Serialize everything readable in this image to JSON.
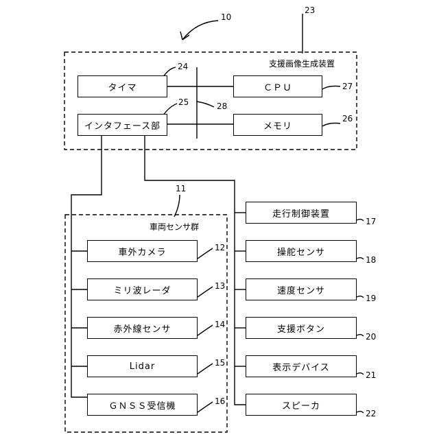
{
  "figure_ref": "10",
  "device": {
    "ref": "23",
    "title": "支援画像生成装置",
    "timer": {
      "label": "タイマ",
      "ref": "24"
    },
    "cpu": {
      "label": "ＣＰＵ",
      "ref": "27"
    },
    "interface": {
      "label": "インタフェース部",
      "ref": "25"
    },
    "memory": {
      "label": "メモリ",
      "ref": "26"
    },
    "bus_ref": "28"
  },
  "sensor_group": {
    "ref": "11",
    "title": "車両センサ群",
    "items": [
      {
        "label": "車外カメラ",
        "ref": "12"
      },
      {
        "label": "ミリ波レーダ",
        "ref": "13"
      },
      {
        "label": "赤外線センサ",
        "ref": "14"
      },
      {
        "label": "Lidar",
        "ref": "15"
      },
      {
        "label": "ＧＮＳＳ受信機",
        "ref": "16"
      }
    ]
  },
  "right_items": [
    {
      "label": "走行制御装置",
      "ref": "17"
    },
    {
      "label": "操舵センサ",
      "ref": "18"
    },
    {
      "label": "速度センサ",
      "ref": "19"
    },
    {
      "label": "支援ボタン",
      "ref": "20"
    },
    {
      "label": "表示デバイス",
      "ref": "21"
    },
    {
      "label": "スピーカ",
      "ref": "22"
    }
  ]
}
